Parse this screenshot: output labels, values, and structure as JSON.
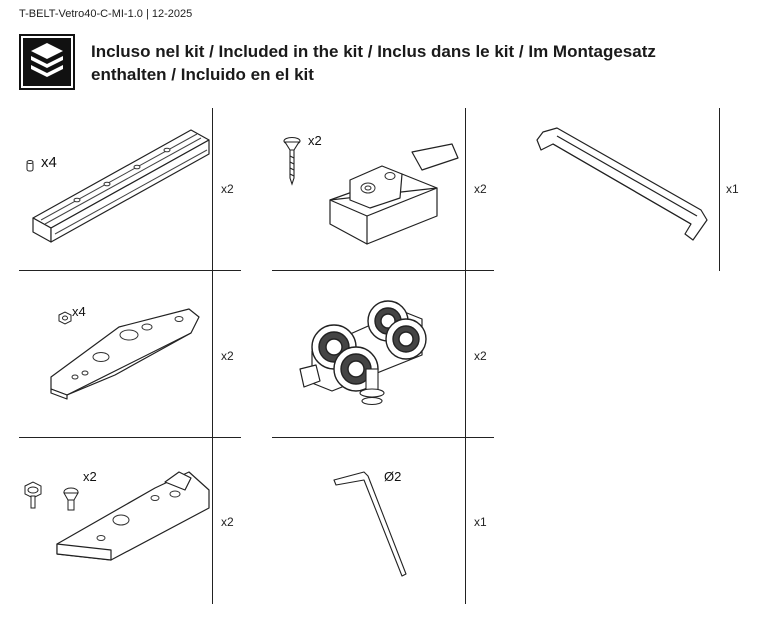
{
  "document": {
    "code": "T-BELT-Vetro40-C-MI-1.0 | 12-2025",
    "title": "Incluso nel kit / Included in the kit / Inclus dans le kit / Im Montagesatz enthalten / Incluido en el kit",
    "icon": "box-parts-icon"
  },
  "parts": [
    {
      "id": "aluminum-track",
      "callout": "x4",
      "quantity": "x2"
    },
    {
      "id": "bracket-with-screw",
      "callout": "x2",
      "quantity": "x2"
    },
    {
      "id": "channel-profile",
      "quantity": "x1"
    },
    {
      "id": "mounting-plate",
      "callout": "x4",
      "quantity": "x2"
    },
    {
      "id": "roller-carriage",
      "quantity": "x2"
    },
    {
      "id": "end-stop-block",
      "callout": "x2",
      "quantity": "x2"
    },
    {
      "id": "hex-key",
      "callout": "Ø2",
      "quantity": "x1"
    }
  ]
}
